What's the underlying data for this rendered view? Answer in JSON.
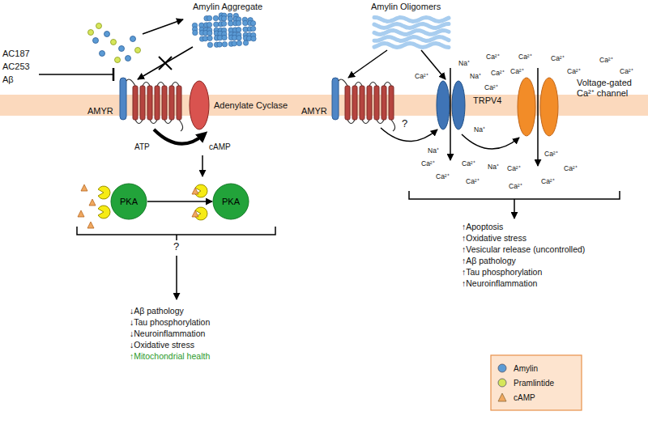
{
  "diagram": {
    "nodes": [
      {
        "text": [
          "PKA"
        ]
      },
      {
        "text": [
          "PKA"
        ]
      }
    ],
    "edges": [
      {
        "from": 0,
        "to": 1,
        "arrow": "to"
      }
    ],
    "labels": [
      "Amylin Aggregate",
      "Amylin Oligomers",
      "AC187",
      "AC253",
      "Aβ",
      "AMYR",
      "Adenylate Cyclase",
      "ATP",
      "cAMP",
      "?",
      "↓Aβ pathology",
      "↓Tau phosphorylation",
      "↓Neuroinflammation",
      "↓Oxidative stress",
      "↑Mitochondrial health",
      "AMYR",
      "?",
      "TRPV4",
      "Voltage-gated Ca²⁺ channel",
      "Ca²⁺",
      "Na⁺",
      "Ca²⁺",
      "Na⁺",
      "Ca²⁺",
      "Ca²⁺",
      "Ca²⁺",
      "Ca²⁺",
      "Ca²⁺",
      "Ca²⁺",
      "Ca²⁺",
      "Ca²⁺",
      "Na⁺",
      "Na⁺",
      "Ca²⁺",
      "Ca²⁺",
      "Ca²⁺",
      "Ca²⁺",
      "Na⁺",
      "Ca²⁺",
      "Ca²⁺",
      "Ca²⁺",
      "Ca²⁺",
      "Ca²⁺",
      "↑Apoptosis",
      "↑Oxidative stress",
      "↑Vesicular release (uncontrolled)",
      "↑Aβ pathology",
      "↑Tau phosphorylation",
      "↑Neuroinflammation"
    ],
    "legend": [
      {
        "text": "Amylin",
        "color": "#5b9bd5"
      },
      {
        "text": "Pramlintide",
        "color": "#d6e65a"
      },
      {
        "text": "cAMP",
        "color": "#f0a860"
      }
    ]
  }
}
